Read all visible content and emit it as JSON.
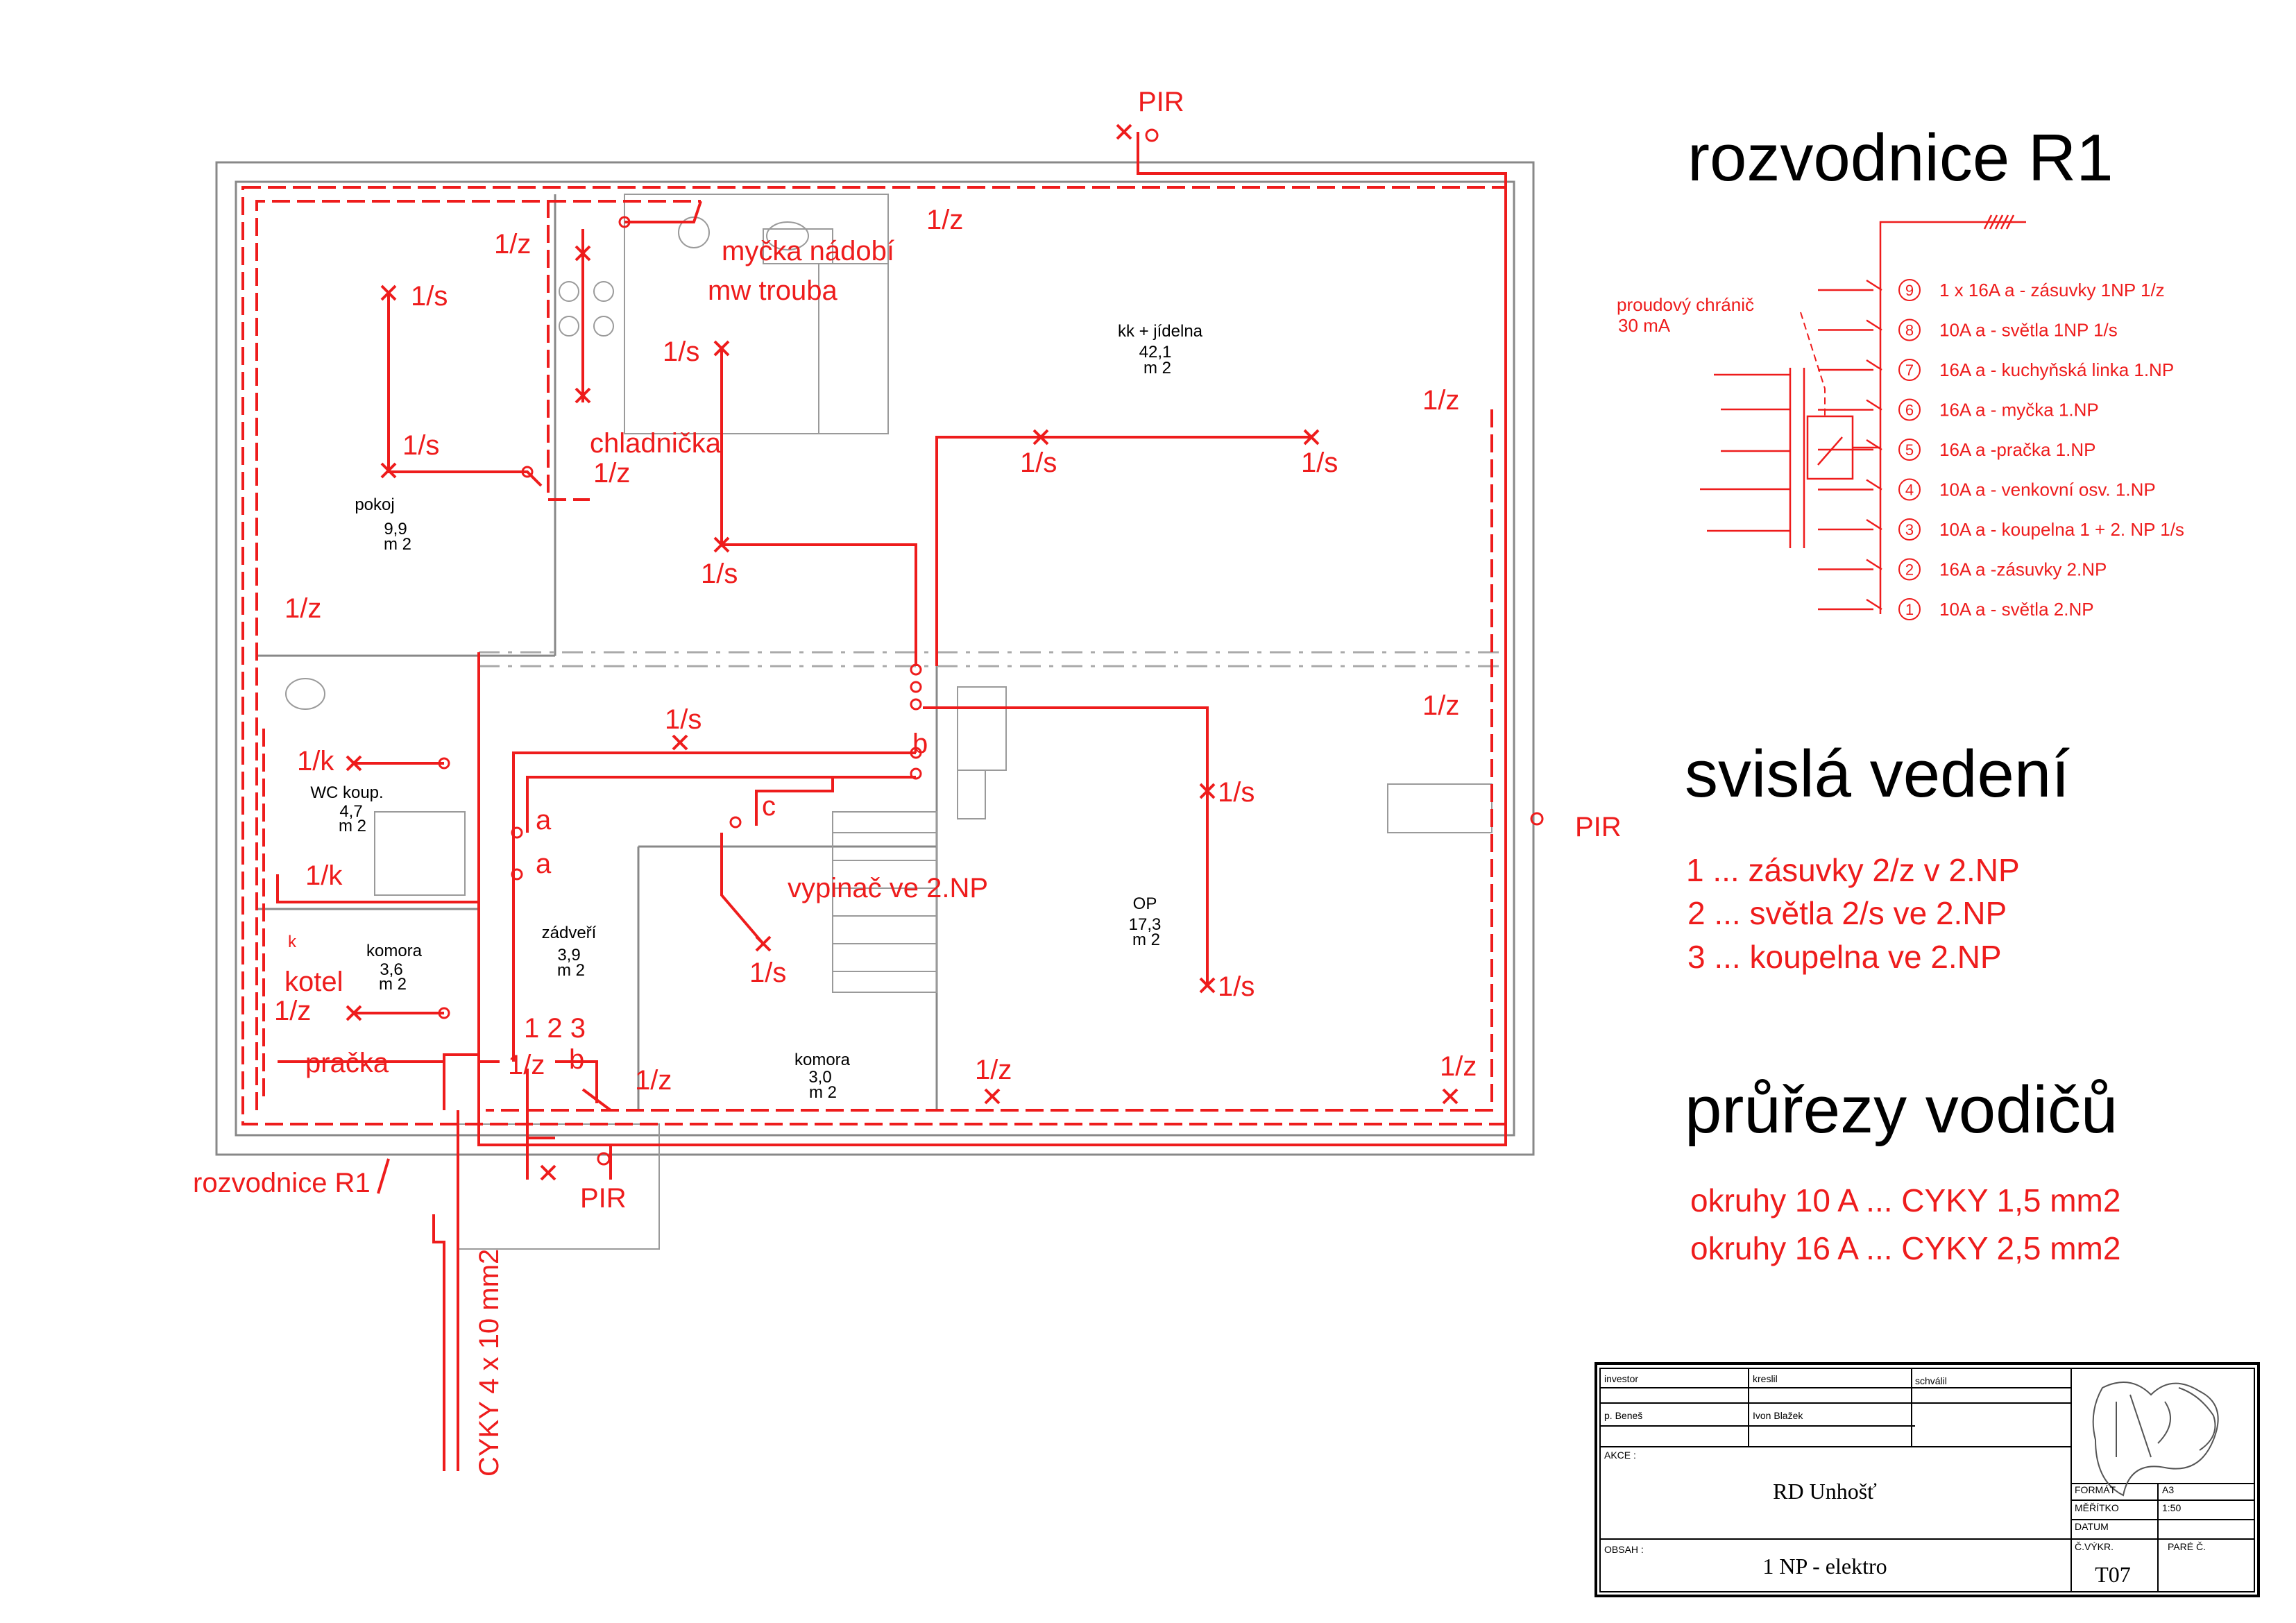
{
  "headings": {
    "r1": "rozvodnice R1",
    "vertical": "svislá vedení",
    "cross": "průřezy vodičů"
  },
  "vertical_lines": [
    "1 ...  zásuvky 2/z v 2.NP",
    "2 ... světla 2/s ve 2.NP",
    "3 ... koupelna ve 2.NP"
  ],
  "cross_sections": [
    "okruhy 10 A ... CYKY 1,5 mm2",
    "okruhy 16 A ... CYKY 2,5 mm2"
  ],
  "panel": {
    "rcd_label_1": "proudový chránič",
    "rcd_label_2": "30 mA",
    "circuits": [
      {
        "num": "9",
        "label": "1 x 16A a - zásuvky 1NP 1/z"
      },
      {
        "num": "8",
        "label": "10A a - světla 1NP  1/s"
      },
      {
        "num": "7",
        "label": "16A a - kuchyňská linka 1.NP"
      },
      {
        "num": "6",
        "label": "16A a - myčka 1.NP"
      },
      {
        "num": "5",
        "label": "16A a -pračka 1.NP"
      },
      {
        "num": "4",
        "label": "10A a - venkovní osv. 1.NP"
      },
      {
        "num": "3",
        "label": "10A a - koupelna 1 + 2. NP    1/s"
      },
      {
        "num": "2",
        "label": "16A a -zásuvky 2.NP"
      },
      {
        "num": "1",
        "label": "10A a - světla 2.NP"
      }
    ]
  },
  "rooms": [
    {
      "name": "pokoj",
      "area": "9,9",
      "unit": "m 2"
    },
    {
      "name": "kk + jídelna",
      "area": "42,1",
      "unit": "m 2"
    },
    {
      "name": "WC  koup.",
      "area": "4,7",
      "unit": "m 2"
    },
    {
      "name": "komora",
      "area": "3,6",
      "unit": "m 2"
    },
    {
      "name": "zádveří",
      "area": "3,9",
      "unit": "m 2"
    },
    {
      "name": "komora",
      "area": "3,0",
      "unit": "m 2"
    },
    {
      "name": "OP",
      "area": "17,3",
      "unit": "m 2"
    }
  ],
  "plan_labels": {
    "pir_top": "PIR",
    "pir_right": "PIR",
    "pir_bottom": "PIR",
    "s1": "1/s",
    "z1": "1/z",
    "k1": "1/k",
    "mycka": "myčka nádobí",
    "mw": "mw trouba",
    "chladnicka": "chladnička",
    "kotel": "kotel",
    "pracka": "pračka",
    "vypinac": "vypinač ve 2.NP",
    "rozvodnice": "rozvodnice R1",
    "cyky": "CYKY 4 x 10 mm2",
    "nums": "1 2 3",
    "a": "a",
    "b": "b",
    "c": "c",
    "k": "k"
  },
  "title_block": {
    "investor_h": "investor",
    "kreslil_h": "kreslil",
    "schvalil_h": "schválil",
    "investor": "p. Beneš",
    "kreslil": "Ivon Blažek",
    "akce_h": "AKCE :",
    "akce": "RD Unhošť",
    "obsah_h": "OBSAH :",
    "obsah": "1 NP - elektro",
    "format_h": "FORMÁT",
    "format": "A3",
    "meritko_h": "MĚŘÍTKO",
    "meritko": "1:50",
    "datum_h": "DATUM",
    "cvykr_h": "Č.VÝKR.",
    "cvykr": "T07",
    "pare_h": "PARÉ Č."
  }
}
